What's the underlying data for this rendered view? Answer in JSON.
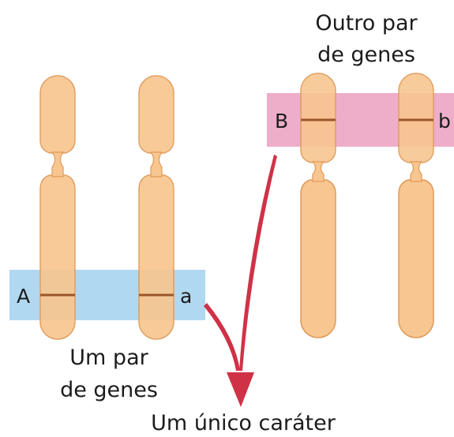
{
  "labels": {
    "pair_one_line1": "Um par",
    "pair_one_line2": "de genes",
    "pair_two_line1": "Outro par",
    "pair_two_line2": "de genes",
    "result": "Um único caráter"
  },
  "alleles": {
    "chrom1": "A",
    "chrom2": "a",
    "chrom3": "B",
    "chrom4": "b"
  },
  "colors": {
    "chromosome_fill": "#f8c690",
    "chromosome_stroke": "#e09a58",
    "band": "#9b5628",
    "blue_highlight": "#a9d4ef",
    "pink_highlight": "#eb9fc0",
    "arrow": "#cf3247"
  }
}
